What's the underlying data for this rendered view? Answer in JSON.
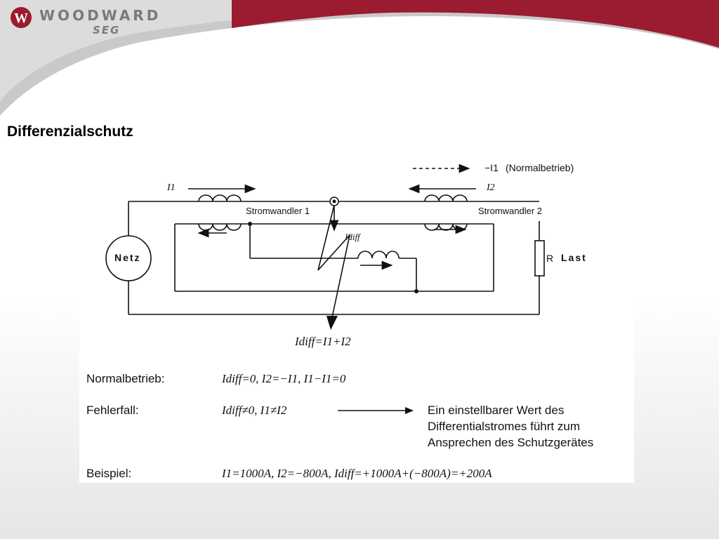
{
  "brand": {
    "name": "WOODWARD",
    "sub": "SEG",
    "colors": {
      "red": "#9b1b30",
      "gray": "#8c8c8c"
    }
  },
  "page_title": "Differenzialschutz",
  "diagram": {
    "legend_arrow_text": "(Normalbetrieb)",
    "legend_symbol": "−I1",
    "i1": "I1",
    "i2": "I2",
    "ct1": "Stromwandler 1",
    "ct2": "Stromwandler 2",
    "idiff": "Idiff",
    "netz": "Netz",
    "r": "R",
    "last": "Last"
  },
  "formula": {
    "lhs": "Idiff",
    "rhs": "=I1+I2"
  },
  "table": {
    "normal_label": "Normalbetrieb:",
    "normal_expr": "Idiff=0,  I2=−I1,  I1−I1=0",
    "fault_label": "Fehlerfall:",
    "fault_expr": "Idiff≠0, I1≠I2",
    "fault_result": [
      "Ein einstellbarer Wert des",
      "Differentialstromes führt zum",
      "Ansprechen des Schutzgerätes"
    ],
    "example_label": "Beispiel:",
    "example_expr": "I1=1000A, I2=−800A, Idiff=+1000A+(−800A)=+200A"
  }
}
